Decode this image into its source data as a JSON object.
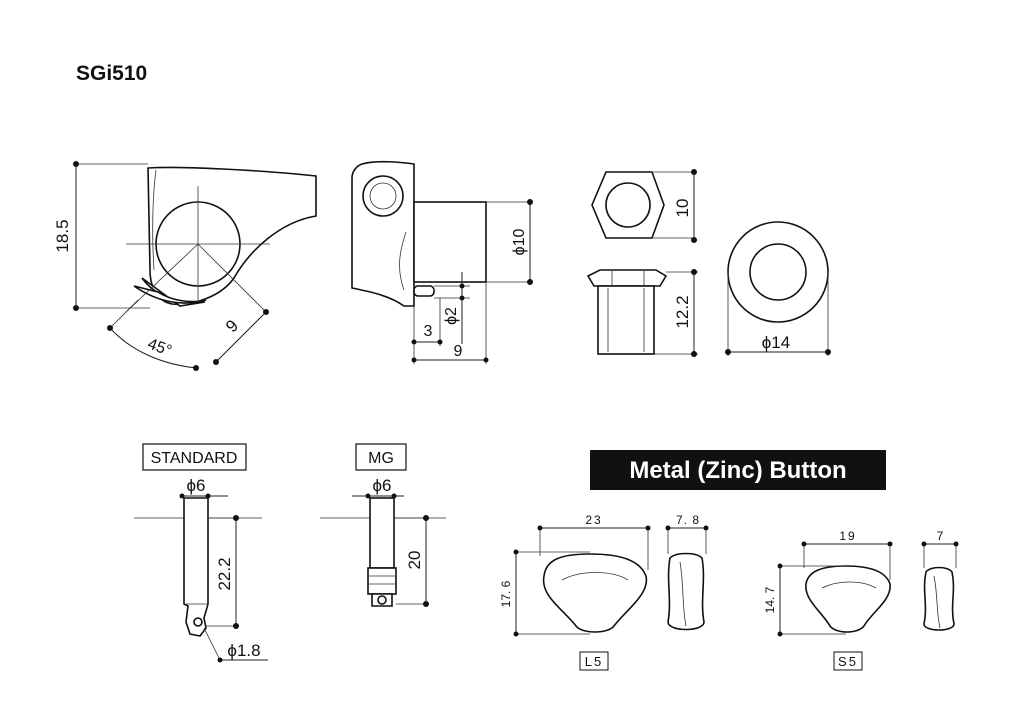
{
  "title": "SGi510",
  "side_view": {
    "height": "18.5",
    "angle": "45°",
    "radius": "9"
  },
  "front_view": {
    "shaft_dia": "ϕ10",
    "pin_dia": "ϕ2",
    "offset": "3",
    "length": "9"
  },
  "bushing": {
    "hex_height": "10",
    "bush_height": "12.2",
    "washer_dia": "ϕ14"
  },
  "post_standard": {
    "label": "STANDARD",
    "dia": "ϕ6",
    "height": "22.2",
    "hole": "ϕ1.8"
  },
  "post_mg": {
    "label": "MG",
    "dia": "ϕ6",
    "height": "20"
  },
  "button_section": {
    "title": "Metal (Zinc) Button"
  },
  "button_l5": {
    "label": "L5",
    "width": "23",
    "height": "17. 6",
    "thickness": "7. 8"
  },
  "button_s5": {
    "label": "S5",
    "width": "19",
    "height": "14. 7",
    "thickness": "7"
  }
}
